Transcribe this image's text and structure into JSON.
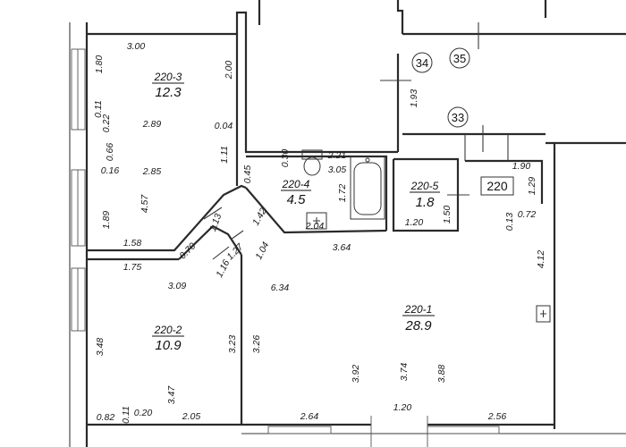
{
  "rooms": {
    "r220_3": {
      "id": "220-3",
      "area": "12.3"
    },
    "r220_2": {
      "id": "220-2",
      "area": "10.9"
    },
    "r220_4": {
      "id": "220-4",
      "area": "4.5"
    },
    "r220_5": {
      "id": "220-5",
      "area": "1.8"
    },
    "r220_1": {
      "id": "220-1",
      "area": "28.9"
    }
  },
  "markers": {
    "m34": "34",
    "m35": "35",
    "m33": "33"
  },
  "apartment_box": "220",
  "dims": {
    "d3_00": "3.00",
    "d1_80": "1.80",
    "d2_00": "2.00",
    "d0_11a": "0.11",
    "d0_22": "0.22",
    "d2_89": "2.89",
    "d0_04": "0.04",
    "d1_11": "1.11",
    "d0_66": "0.66",
    "d0_16": "0.16",
    "d2_85": "2.85",
    "d4_57": "4.57",
    "d1_89": "1.89",
    "d1_58": "1.58",
    "d0_30": "0.30",
    "d2_21": "2.21",
    "d3_05": "3.05",
    "d0_45": "0.45",
    "d1_72": "1.72",
    "d1_13": "1.13",
    "d1_42": "1.42",
    "d2_04": "2.04",
    "d1_27": "1.27",
    "d0_70": "0.70",
    "d1_04": "1.04",
    "d1_16": "1.16",
    "d3_64": "3.64",
    "d1_75": "1.75",
    "d3_09": "3.09",
    "d6_34": "6.34",
    "d3_48": "3.48",
    "d3_23": "3.23",
    "d3_26": "3.26",
    "d3_47": "3.47",
    "d0_82": "0.82",
    "d0_11b": "0.11",
    "d0_20": "0.20",
    "d2_05": "2.05",
    "d1_20a": "1.20",
    "d1_50": "1.50",
    "d1_93": "1.93",
    "d1_90": "1.90",
    "d1_29": "1.29",
    "d0_13": "0.13",
    "d0_72": "0.72",
    "d4_12": "4.12",
    "d3_92": "3.92",
    "d3_74": "3.74",
    "d3_88": "3.88",
    "d2_64": "2.64",
    "d1_20b": "1.20",
    "d2_56": "2.56"
  }
}
